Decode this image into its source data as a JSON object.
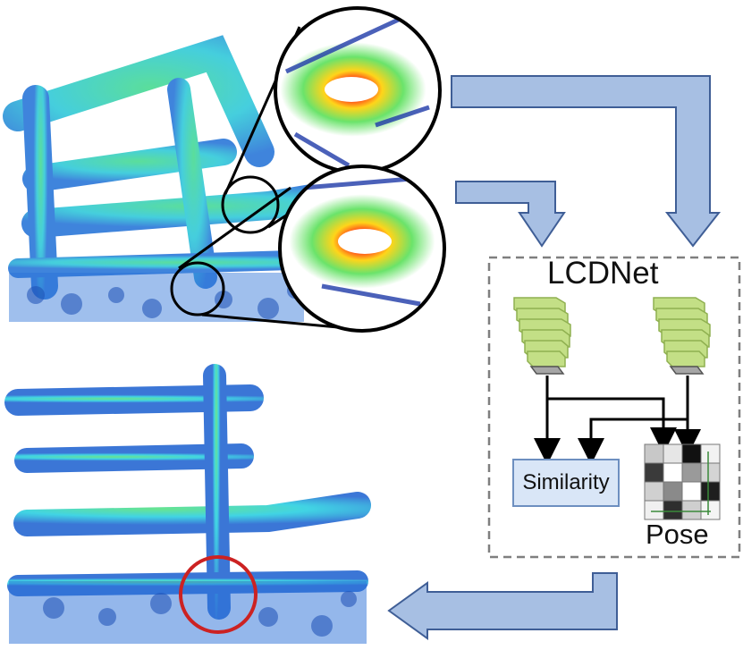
{
  "diagram": {
    "module_title": "LCDNet",
    "similarity_label": "Similarity",
    "pose_label": "Pose",
    "colors": {
      "arrow_fill": "#a7bfe3",
      "arrow_stroke": "#3f5e96",
      "box_border": "#7f7f7f",
      "encoder_layer": "#c3df86",
      "similarity_fill": "#d9e6f7",
      "loop_closure_circle": "#cc2222"
    }
  }
}
